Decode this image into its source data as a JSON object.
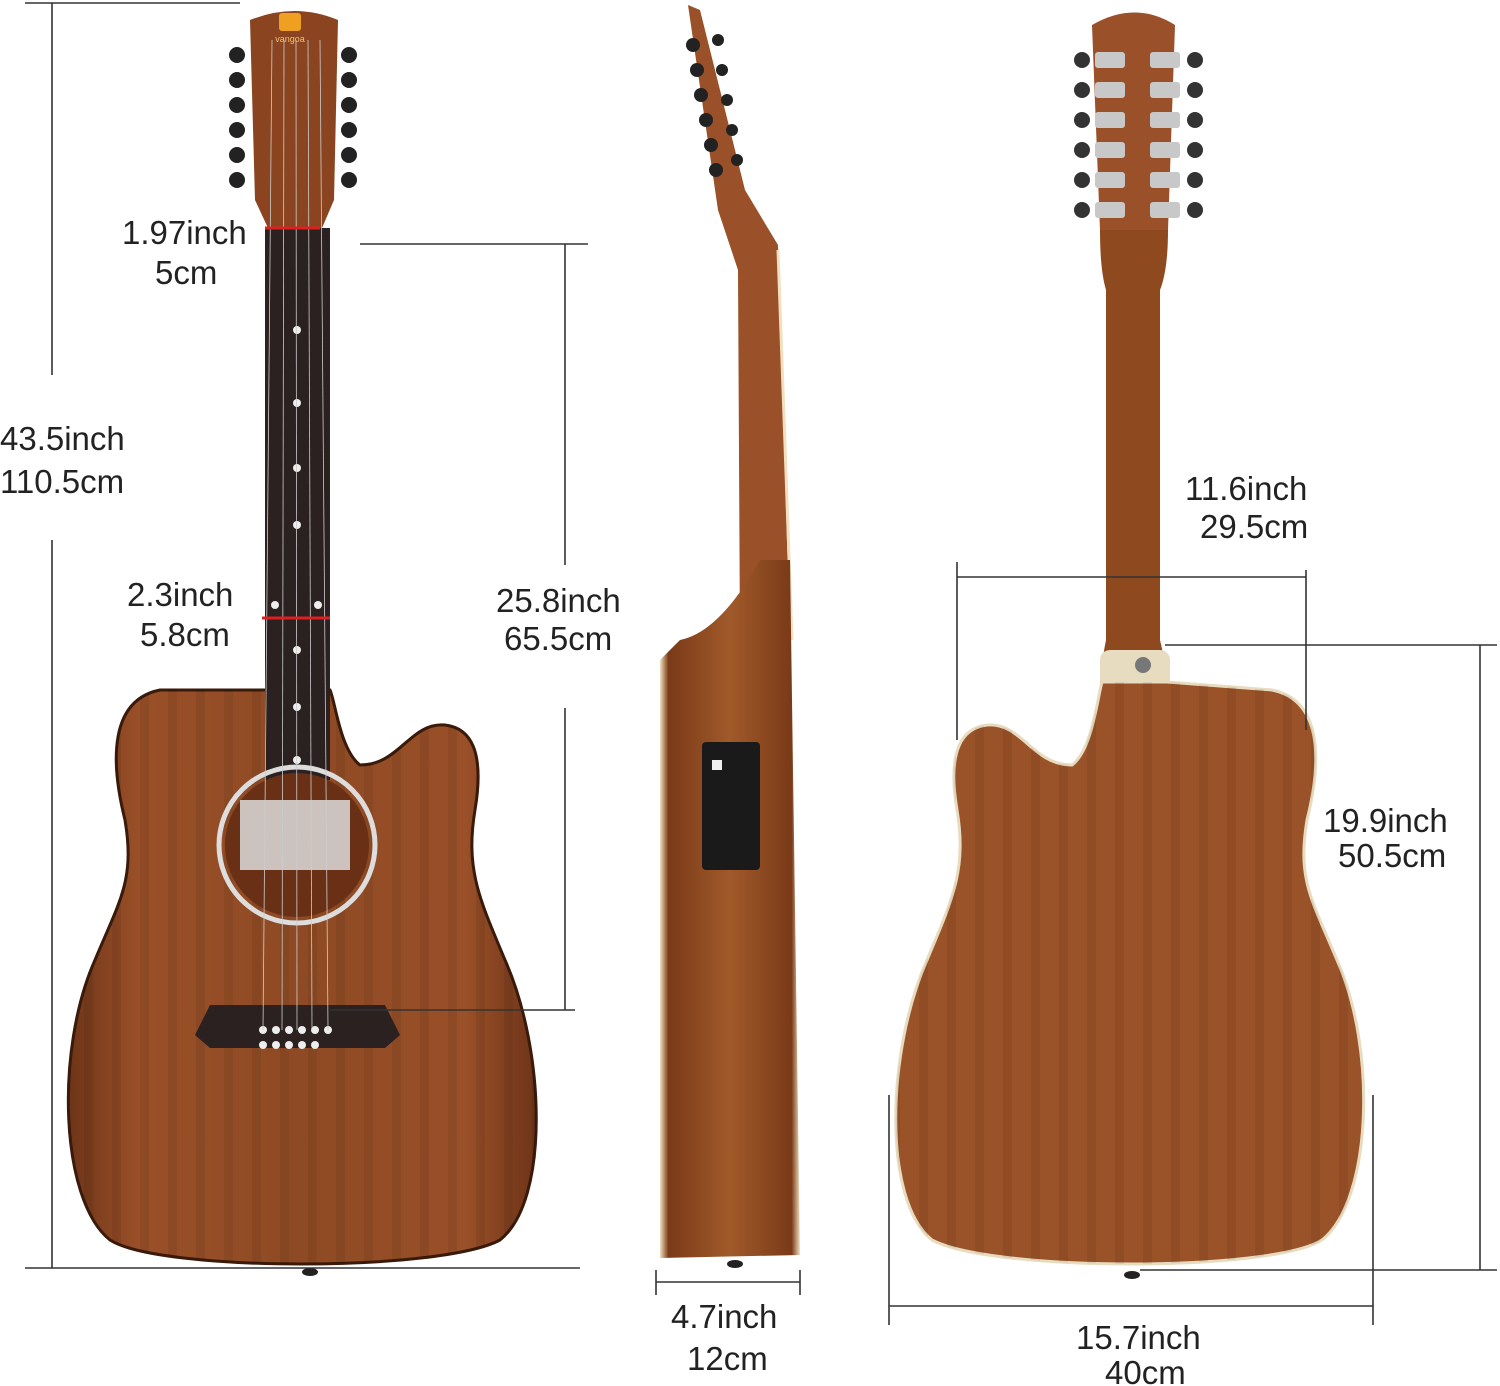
{
  "brand": {
    "logo_text": "vangoa",
    "logo_color": "#f0a020"
  },
  "colors": {
    "wood": "#8e4a24",
    "wood_light": "#b0602e",
    "wood_dark": "#5a2a12",
    "fretboard": "#2a2120",
    "marker_red": "#e02020"
  },
  "dimensions": {
    "total_length": {
      "inch": "43.5inch",
      "cm": "110.5cm"
    },
    "nut_width": {
      "inch": "1.97inch",
      "cm": "5cm"
    },
    "neck_width_at_body": {
      "inch": "2.3inch",
      "cm": "5.8cm"
    },
    "scale_length": {
      "inch": "25.8inch",
      "cm": "65.5cm"
    },
    "body_depth": {
      "inch": "4.7inch",
      "cm": "12cm"
    },
    "upper_bout": {
      "inch": "11.6inch",
      "cm": "29.5cm"
    },
    "body_length": {
      "inch": "19.9inch",
      "cm": "50.5cm"
    },
    "lower_bout": {
      "inch": "15.7inch",
      "cm": "40cm"
    }
  }
}
